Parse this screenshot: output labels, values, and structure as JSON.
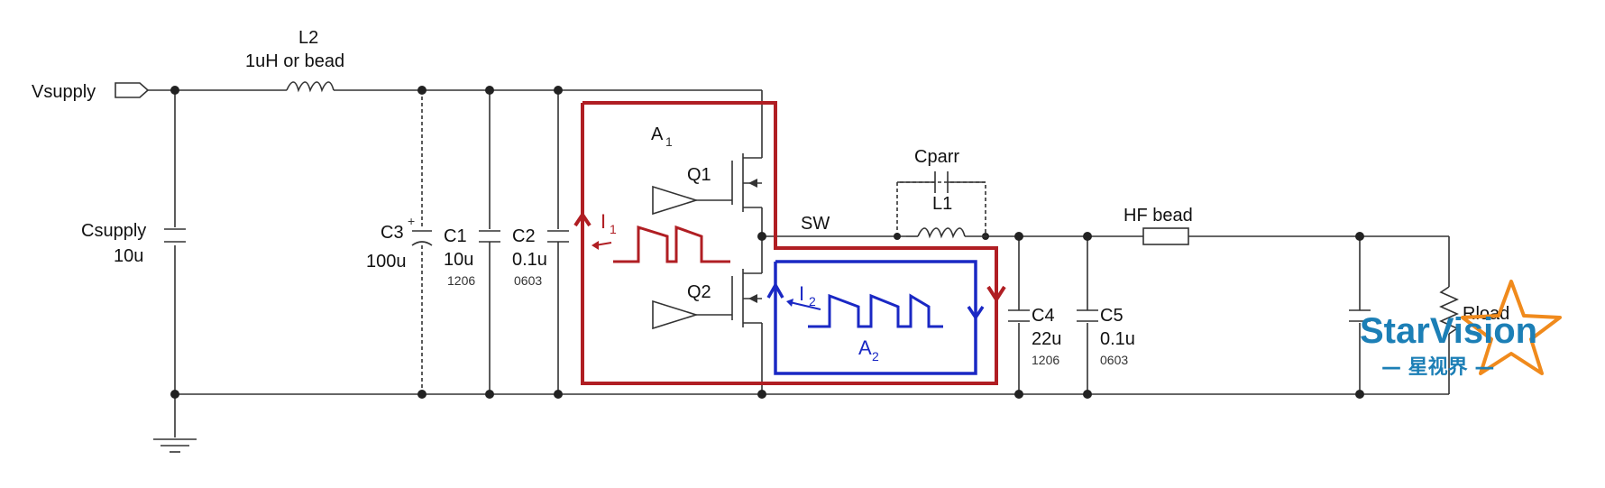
{
  "labels": {
    "vsupply": "Vsupply",
    "l2_name": "L2",
    "l2_value": "1uH or bead",
    "csupply_name": "Csupply",
    "csupply_value": "10u",
    "c3_name": "C3",
    "c3_plus": "+",
    "c3_value": "100u",
    "c1_name": "C1",
    "c1_value": "10u",
    "c1_pkg": "1206",
    "c2_name": "C2",
    "c2_value": "0.1u",
    "c2_pkg": "0603",
    "a1_main": "A",
    "a1_sub": "1",
    "q1": "Q1",
    "q2": "Q2",
    "i1_main": "I",
    "i1_sub": "1",
    "i2_main": "I",
    "i2_sub": "2",
    "a2_main": "A",
    "a2_sub": "2",
    "sw": "SW",
    "cparr": "Cparr",
    "l1": "L1",
    "hf_bead": "HF bead",
    "c4_name": "C4",
    "c4_value": "22u",
    "c4_pkg": "1206",
    "c5_name": "C5",
    "c5_value": "0.1u",
    "c5_pkg": "0603",
    "rload": "Rload"
  },
  "logo": {
    "text": "StarVision",
    "subtitle": "— 星视界 —"
  },
  "colors": {
    "loop_a1": "#b01e23",
    "loop_a2": "#1a28c4",
    "logo_blue": "#1c7fb6",
    "logo_orange": "#f08a1c"
  }
}
